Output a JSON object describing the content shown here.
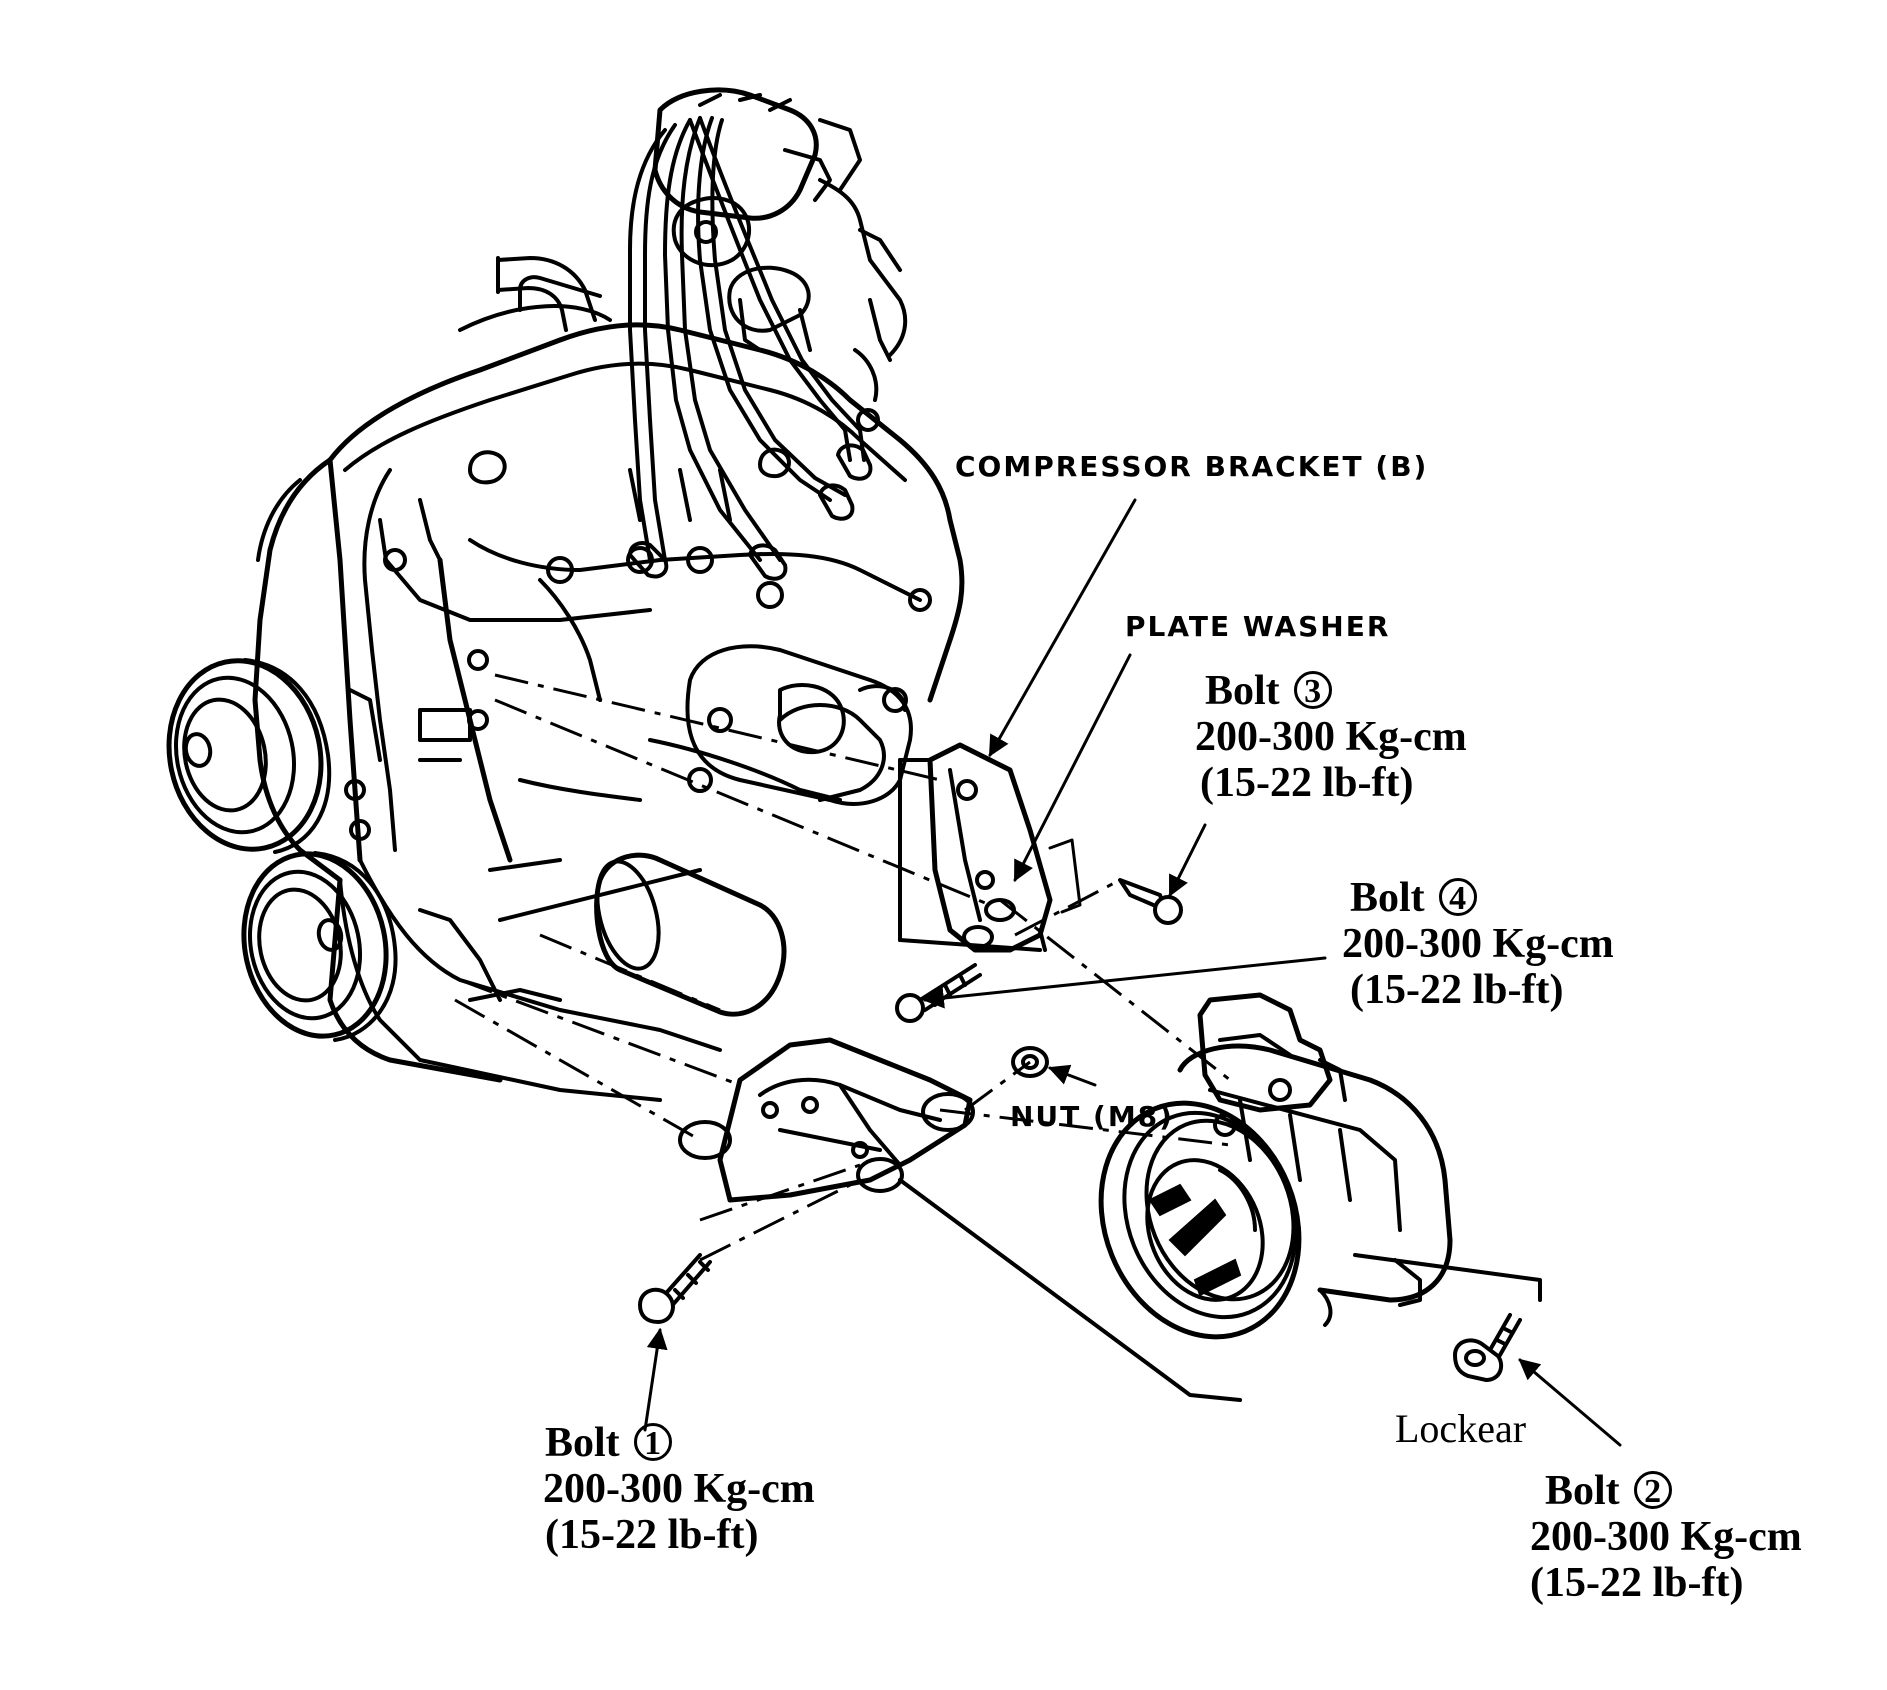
{
  "labels": {
    "compressor_bracket": "COMPRESSOR BRACKET (B)",
    "plate_washer": "PLATE WASHER",
    "nut": "NUT (M8)",
    "lockear": "Lockear"
  },
  "bolts": [
    {
      "word": "Bolt",
      "number": "1",
      "torque_metric": "200-300 Kg-cm",
      "torque_imperial": "(15-22 lb-ft)"
    },
    {
      "word": "Bolt",
      "number": "2",
      "torque_metric": "200-300 Kg-cm",
      "torque_imperial": "(15-22 lb-ft)"
    },
    {
      "word": "Bolt",
      "number": "3",
      "torque_metric": "200-300 Kg-cm",
      "torque_imperial": "(15-22 lb-ft)"
    },
    {
      "word": "Bolt",
      "number": "4",
      "torque_metric": "200-300 Kg-cm",
      "torque_imperial": "(15-22 lb-ft)"
    }
  ]
}
